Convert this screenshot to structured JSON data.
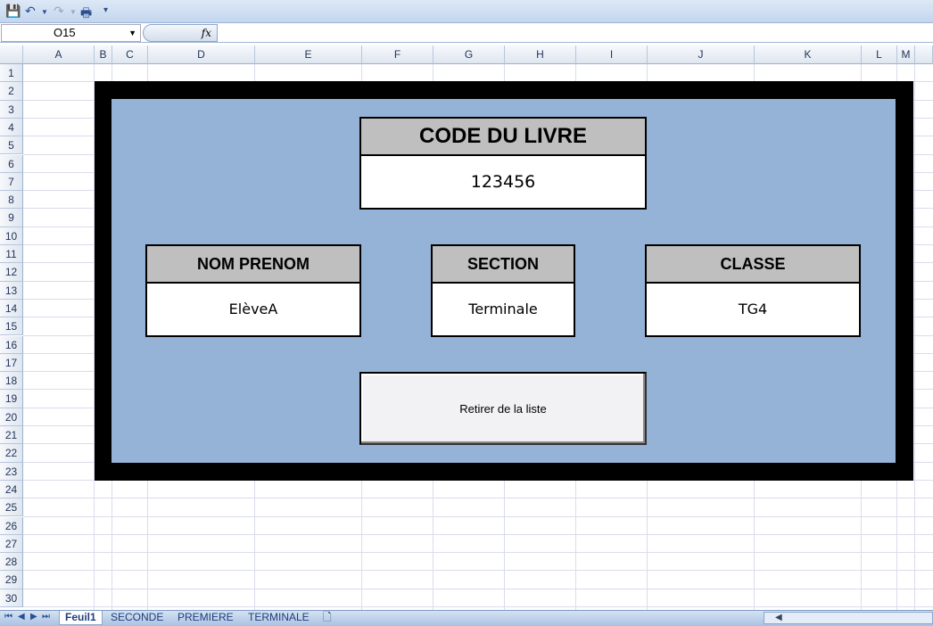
{
  "toolbar": {
    "save": "save-icon",
    "undo": "undo-icon",
    "redo": "redo-icon",
    "print": "print-icon",
    "customize": "▾"
  },
  "formula_bar": {
    "name_box": "O15",
    "fx": "fx",
    "formula": ""
  },
  "columns": [
    "A",
    "B",
    "C",
    "D",
    "E",
    "F",
    "G",
    "H",
    "I",
    "J",
    "K",
    "L",
    "M"
  ],
  "rows": [
    "1",
    "2",
    "3",
    "4",
    "5",
    "6",
    "7",
    "8",
    "9",
    "10",
    "11",
    "12",
    "13",
    "14",
    "15",
    "16",
    "17",
    "18",
    "19",
    "20",
    "21",
    "22",
    "23",
    "24",
    "25",
    "26",
    "27",
    "28",
    "29",
    "30"
  ],
  "form": {
    "code": {
      "label": "CODE DU LIVRE",
      "value": "123456"
    },
    "nom": {
      "label": "NOM PRENOM",
      "value": "ElèveA"
    },
    "section": {
      "label": "SECTION",
      "value": "Terminale"
    },
    "classe": {
      "label": "CLASSE",
      "value": "TG4"
    },
    "button": "Retirer de la liste"
  },
  "sheets": [
    "Feuil1",
    "SECONDE",
    "PREMIERE",
    "TERMINALE"
  ],
  "active_sheet": "Feuil1"
}
